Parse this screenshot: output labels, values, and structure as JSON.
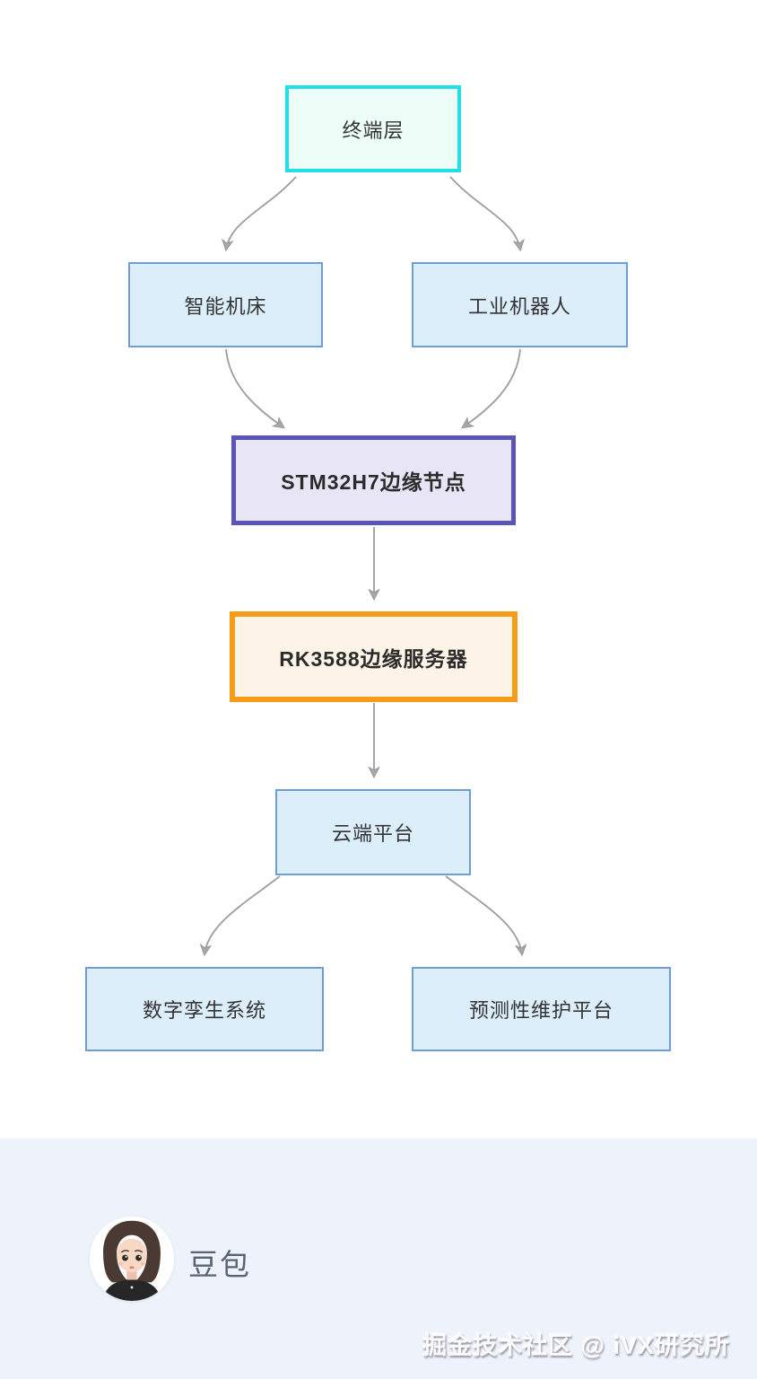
{
  "diagram": {
    "title": "edge-computing-architecture-flowchart",
    "nodes": [
      {
        "id": "terminal-layer",
        "label": "终端层",
        "style": "cyan"
      },
      {
        "id": "smart-machine-tool",
        "label": "智能机床",
        "style": "blue"
      },
      {
        "id": "industrial-robot",
        "label": "工业机器人",
        "style": "blue"
      },
      {
        "id": "stm32h7-edge-node",
        "label": "STM32H7边缘节点",
        "style": "purple"
      },
      {
        "id": "rk3588-edge-server",
        "label": "RK3588边缘服务器",
        "style": "orange"
      },
      {
        "id": "cloud-platform",
        "label": "云端平台",
        "style": "blue"
      },
      {
        "id": "digital-twin-system",
        "label": "数字孪生系统",
        "style": "blue"
      },
      {
        "id": "predictive-maintenance",
        "label": "预测性维护平台",
        "style": "blue"
      }
    ],
    "edges": [
      {
        "from": "终端层",
        "to": "智能机床"
      },
      {
        "from": "终端层",
        "to": "工业机器人"
      },
      {
        "from": "智能机床",
        "to": "STM32H7边缘节点"
      },
      {
        "from": "工业机器人",
        "to": "STM32H7边缘节点"
      },
      {
        "from": "STM32H7边缘节点",
        "to": "RK3588边缘服务器"
      },
      {
        "from": "RK3588边缘服务器",
        "to": "云端平台"
      },
      {
        "from": "云端平台",
        "to": "数字孪生系统"
      },
      {
        "from": "云端平台",
        "to": "预测性维护平台"
      }
    ],
    "colors": {
      "terminal_border": "#21E0E6",
      "terminal_fill": "#EDFEF8",
      "blue_border": "#6E9DD2",
      "blue_fill": "#DDEEFB",
      "purple_border": "#5A54B8",
      "purple_fill": "#E8E5F7",
      "orange_border": "#F59D18",
      "orange_fill": "#FDF4E7",
      "arrow": "#9C9C9C",
      "footer_bg": "#EEF2FB"
    }
  },
  "footer": {
    "author": "豆包",
    "avatar": "cartoon-girl-avatar",
    "watermark": "掘金技术社区 @ iVX研究所"
  }
}
